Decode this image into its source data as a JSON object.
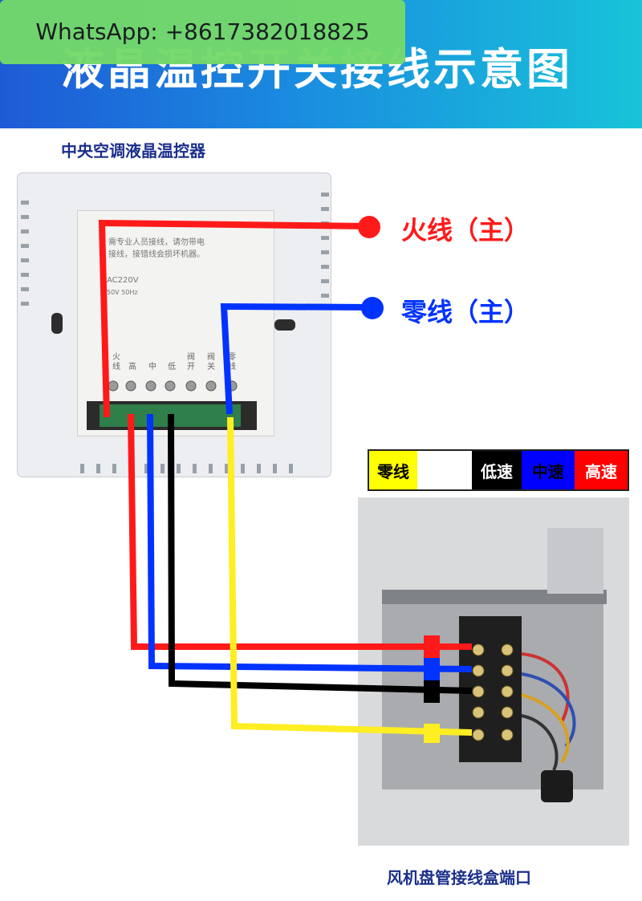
{
  "header": {
    "title": "液晶温控开关接线示意图"
  },
  "watermark": {
    "text": "WhatsApp: +8617382018825"
  },
  "subtitle": "中央空调液晶温控器",
  "labels": {
    "live": "火线（主）",
    "neutral": "零线（主）"
  },
  "legend": [
    {
      "text": "零线",
      "bg": "#ffff00",
      "fg": "#000000"
    },
    {
      "text": "",
      "bg": "#ffffff",
      "fg": "#000000"
    },
    {
      "text": "低速",
      "bg": "#000000",
      "fg": "#ffffff"
    },
    {
      "text": "中速",
      "bg": "#0000ff",
      "fg": "#000000"
    },
    {
      "text": "高速",
      "bg": "#ff0000",
      "fg": "#ffffff"
    }
  ],
  "thermostat": {
    "warning_line1": "需专业人员接线，请勿带电",
    "warning_line2": "接线，接错线会损坏机器。",
    "voltage": "AC220V",
    "frequency": "50V 50Hz",
    "terminals": [
      {
        "label": "火线"
      },
      {
        "label": "高"
      },
      {
        "label": "中"
      },
      {
        "label": "低"
      },
      {
        "label": "阀开"
      },
      {
        "label": "阀关"
      },
      {
        "label": "零线"
      }
    ]
  },
  "caption": "风机盘管接线盒端口",
  "colors": {
    "live": "#ff1a1a",
    "neutral": "#0033ff",
    "low": "#000000",
    "yellow": "#ffee22"
  }
}
